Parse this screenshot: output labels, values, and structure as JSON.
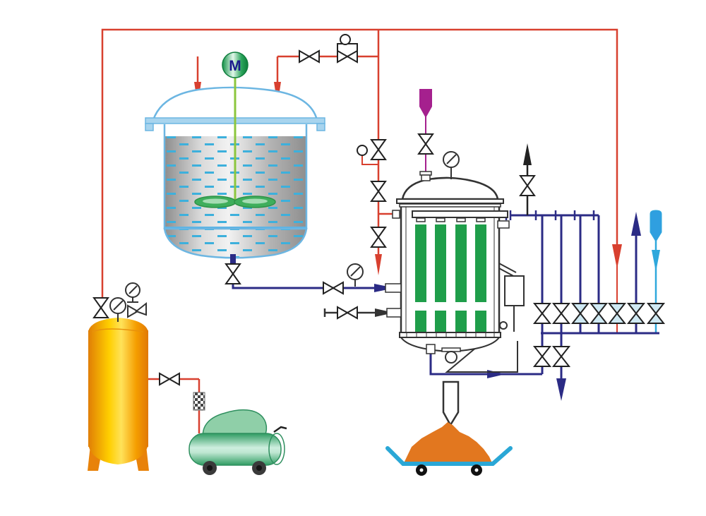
{
  "motor": {
    "label": "M"
  },
  "colors": {
    "air_line_red": "#d8402f",
    "liquid_line_navy": "#2b2b85",
    "wash_line_cyan": "#2fa8dc",
    "precoat_magenta": "#a5208e",
    "filter_plate_green": "#1f9e4a",
    "receiver_tank_orange": "#f5a200",
    "compressor_green": "#3aa06a",
    "powder_pile_orange": "#e2771f",
    "cart_tray_blue": "#2aa7d6",
    "vent_line_black": "#222222",
    "mixer_outline_blue": "#6cb6e2",
    "valve_fill_pale_blue": "#cfe9f3"
  },
  "counts": {
    "filter_plates": 4,
    "manifold_valves": 7,
    "manifold_drain_valves": 2,
    "mixer_inlet_arrows": 2
  },
  "equipment": {
    "mixing_tank": "agitated-mixing-tank",
    "agitator_motor": "motor-M",
    "filter_vessel": "vertical-plate-filter",
    "air_receiver": "air-receiver-tank",
    "compressor": "air-compressor",
    "inline_air_filter": "checkered-filter",
    "precoat_feed": "magenta-funnel",
    "wash_inlet": "cyan-nozzle",
    "discharge": "chute-powder-pile-cart",
    "vent": "vent-to-atmosphere"
  }
}
